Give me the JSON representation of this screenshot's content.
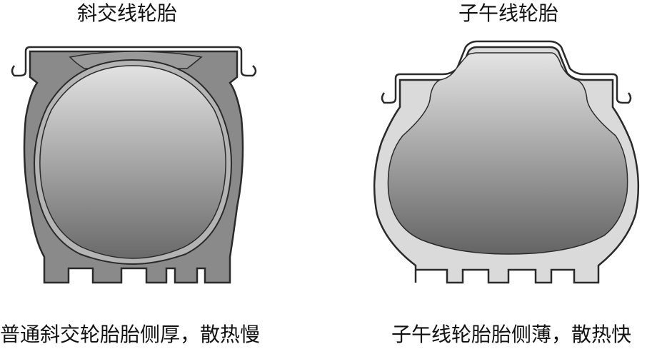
{
  "left": {
    "title": "斜交线轮胎",
    "caption": "普通斜交轮胎胎侧厚，散热慢"
  },
  "right": {
    "title": "子午线轮胎",
    "caption": "子午线轮胎胎侧薄，散热快"
  },
  "colors": {
    "bias_wall": "#8a8a8a",
    "radial_wall": "#dadada",
    "outline": "#2a2a2a",
    "cavity_light": "#e0e0e0",
    "cavity_dark": "#6a6a6a"
  }
}
